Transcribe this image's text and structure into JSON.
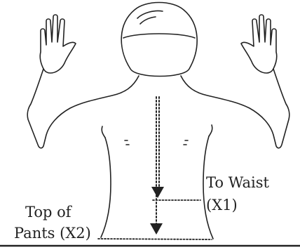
{
  "labels": {
    "to_waist_line1": "To Waist",
    "to_waist_line2": "(X1)",
    "top_of_pants_line1": "Top of",
    "top_of_pants_line2": "Pants (X2)"
  },
  "colors": {
    "ink": "#222222",
    "background": "#ffffff"
  }
}
